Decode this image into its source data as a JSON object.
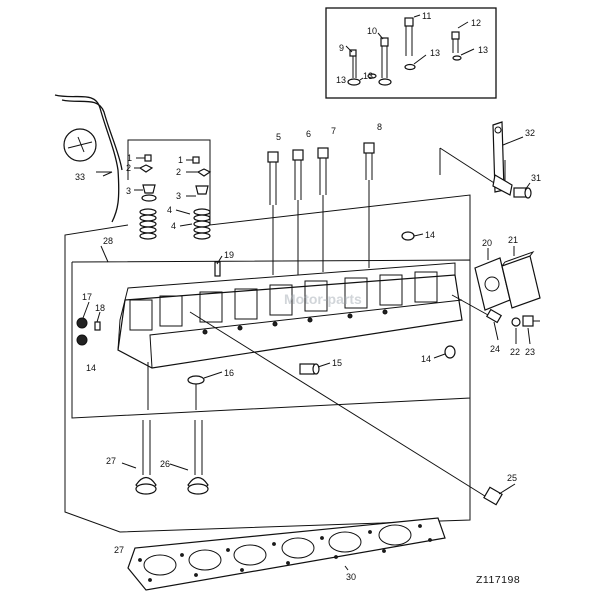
{
  "drawing_code": "Z117198",
  "watermark": "Motor-parts",
  "callouts": {
    "c1a": "1",
    "c1b": "1",
    "c2a": "2",
    "c2b": "2",
    "c3a": "3",
    "c3b": "3",
    "c4a": "4",
    "c4b": "4",
    "c5": "5",
    "c6": "6",
    "c7": "7",
    "c8": "8",
    "c9": "9",
    "c10": "10",
    "c11": "11",
    "c12": "12",
    "c13a": "13",
    "c13b": "13",
    "c13c": "13",
    "c13d": "13",
    "c14a": "14",
    "c14b": "14",
    "c14c": "14",
    "c15": "15",
    "c16": "16",
    "c17": "17",
    "c18": "18",
    "c19": "19",
    "c20": "20",
    "c21": "21",
    "c22": "22",
    "c23": "23",
    "c24": "24",
    "c25": "25",
    "c26": "26",
    "c27a": "27",
    "c27b": "27",
    "c28": "28",
    "c30": "30",
    "c31": "31",
    "c32": "32",
    "c33": "33"
  }
}
